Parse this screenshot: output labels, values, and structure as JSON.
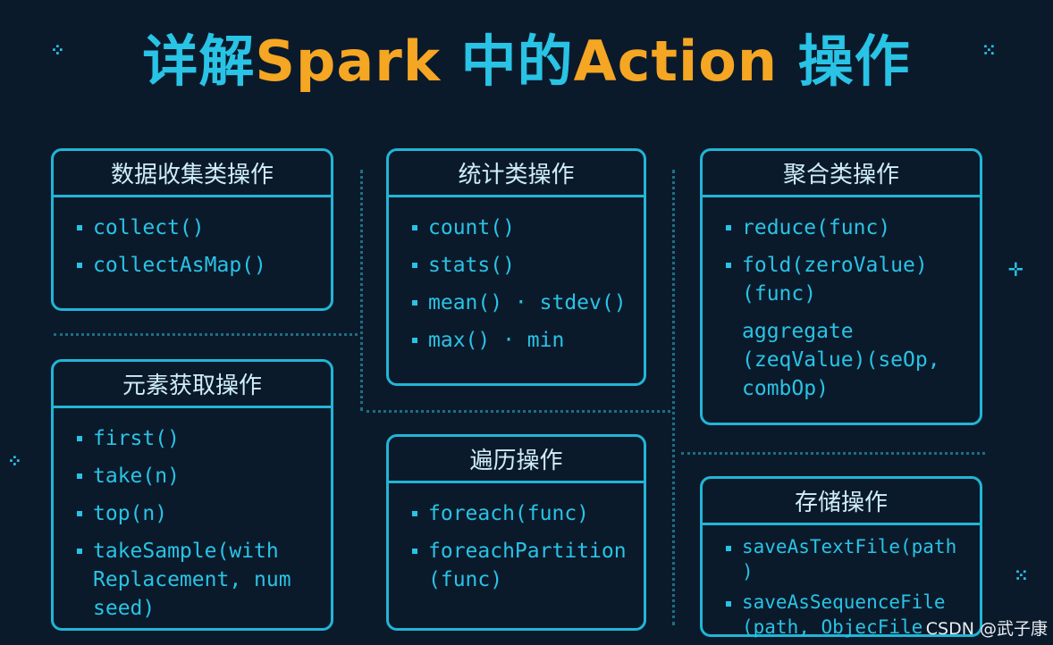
{
  "title": {
    "part1": "详解",
    "part2": "Spark",
    "part3": "中的",
    "part4": "Action",
    "part5": "操作"
  },
  "cards": {
    "collect": {
      "heading": "数据收集类操作",
      "items": [
        "collect()",
        "collectAsMap()"
      ]
    },
    "stats": {
      "heading": "统计类操作",
      "items": [
        "count()",
        "stats()",
        "mean() · stdev()",
        "max() · min"
      ]
    },
    "aggregate": {
      "heading": "聚合类操作",
      "items": [
        "reduce(func)",
        "fold(zeroValue)(func)",
        "aggregate (zeqValue)(seOp, combOp)"
      ]
    },
    "element": {
      "heading": "元素获取操作",
      "items": [
        "first()",
        "take(n)",
        "top(n)",
        "takeSample(with Replacement, num seed)"
      ]
    },
    "traverse": {
      "heading": "遍历操作",
      "items": [
        "foreach(func)",
        "foreachPartition (func)"
      ]
    },
    "storage": {
      "heading": "存储操作",
      "items": [
        "saveAsTextFile(path)",
        "saveAsSequenceFile (path, ObjecFile"
      ]
    }
  },
  "watermark": "CSDN @武子康",
  "colors": {
    "background": "#0b1a2b",
    "cyan": "#29c3e5",
    "orange": "#f5a623",
    "border": "#22b5d6"
  }
}
